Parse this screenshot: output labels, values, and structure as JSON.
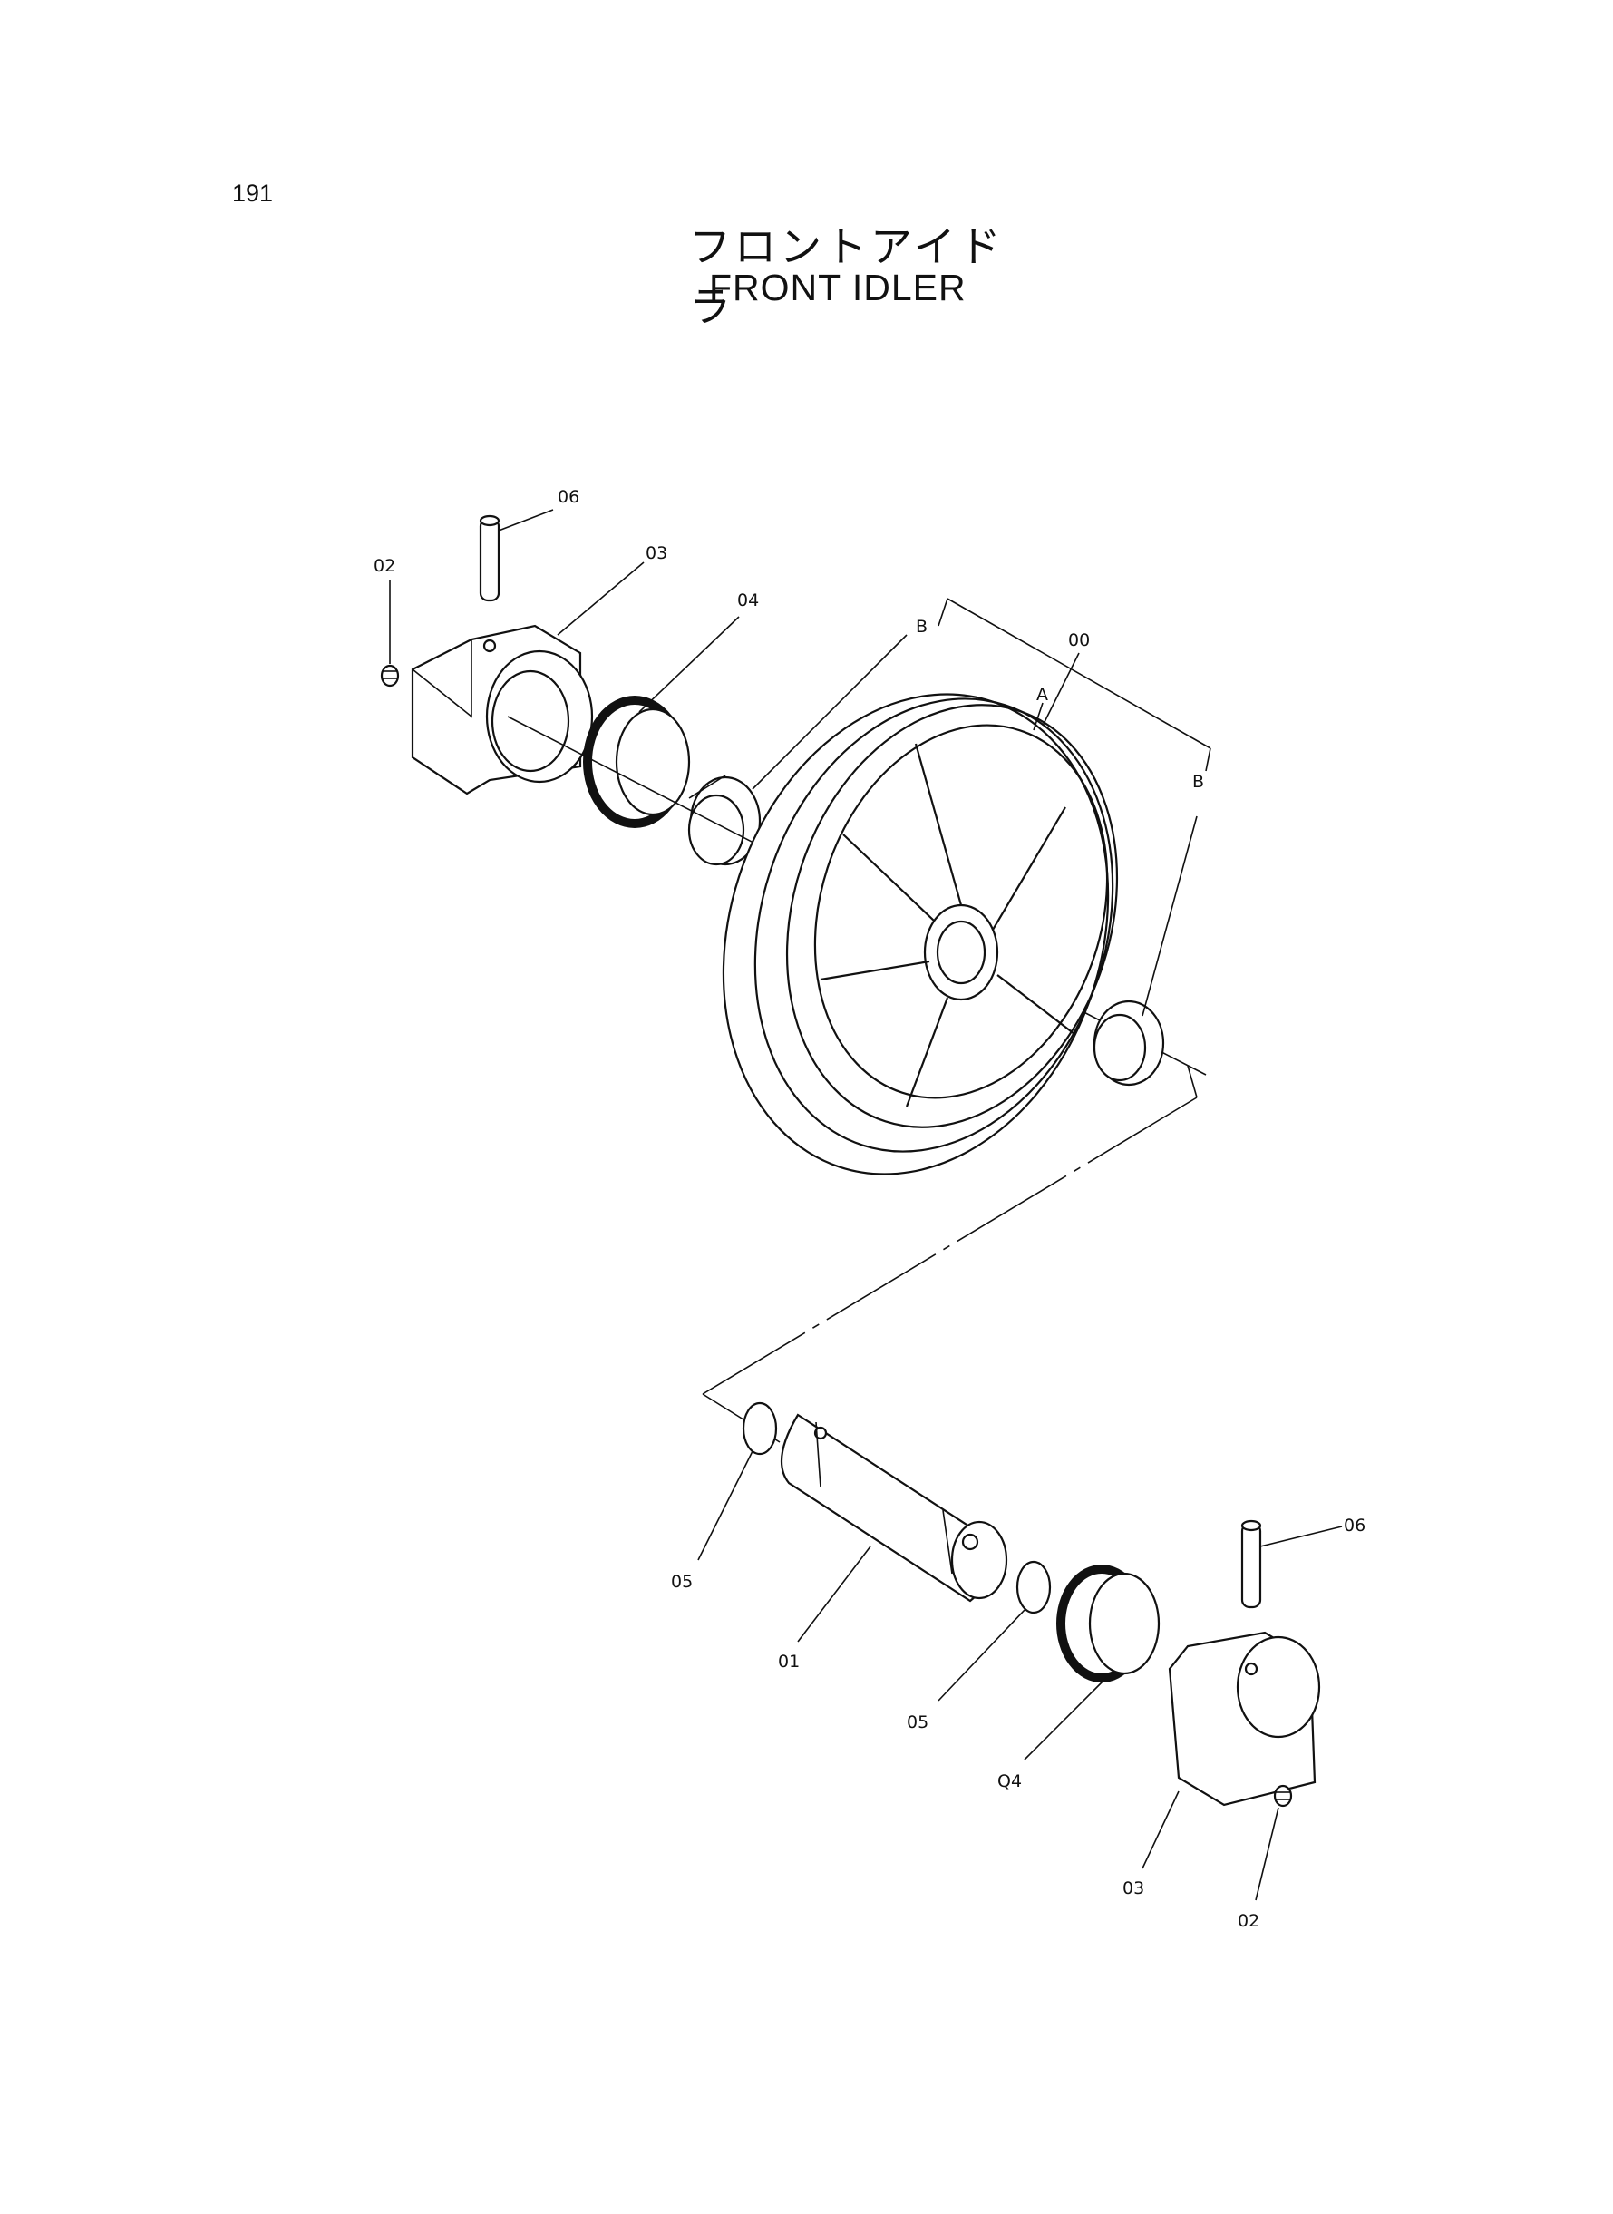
{
  "page_number": "191",
  "title_jp": "フロントアイドラ",
  "title_en": "FRONT IDLER",
  "callouts": {
    "c00": "00",
    "c01": "01",
    "c02_top": "02",
    "c02_bottom": "02",
    "c03_top": "03",
    "c03_bottom": "03",
    "c04_top": "04",
    "c04_bottom": "Q4",
    "c05_left": "05",
    "c05_right": "05",
    "c06_top": "06",
    "c06_bottom": "06",
    "A": "A",
    "B_left": "B",
    "B_right": "B"
  }
}
